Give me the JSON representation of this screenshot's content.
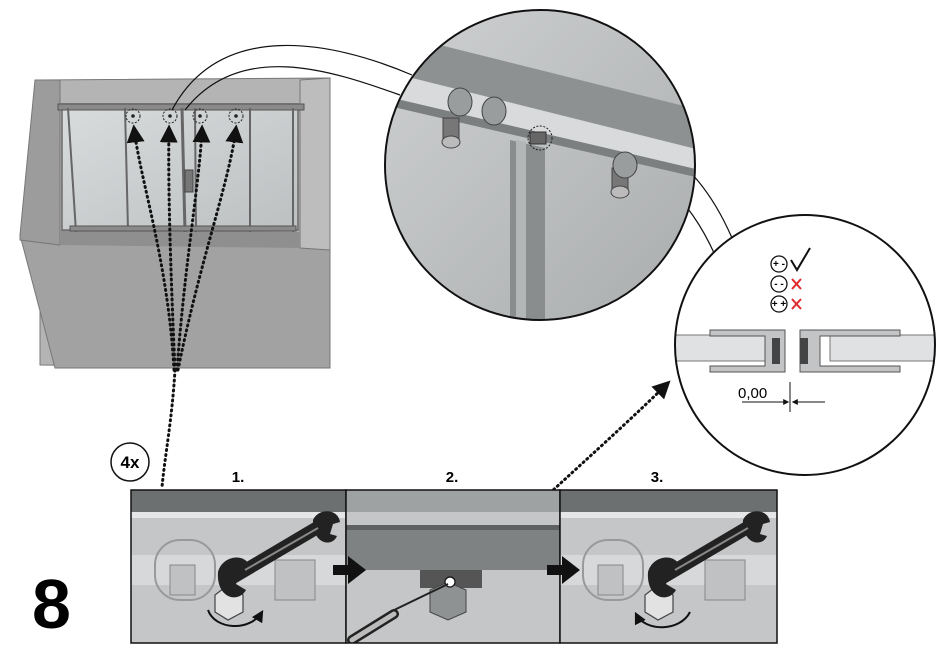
{
  "step": {
    "number": "8"
  },
  "repeat": {
    "label": "4x"
  },
  "panels": [
    {
      "label": "1."
    },
    {
      "label": "2."
    },
    {
      "label": "3."
    }
  ],
  "magnifier": {
    "gap_value": "0,00",
    "polarity_checks": [
      {
        "symbol": "+ -",
        "result": "ok"
      },
      {
        "symbol": "- -",
        "result": "wrong"
      },
      {
        "symbol": "+ +",
        "result": "wrong"
      }
    ]
  },
  "colors": {
    "ok": "#111111",
    "wrong": "#e0282b",
    "wall": "#a9a9a9",
    "panel_bg": "#c4c6c7"
  }
}
